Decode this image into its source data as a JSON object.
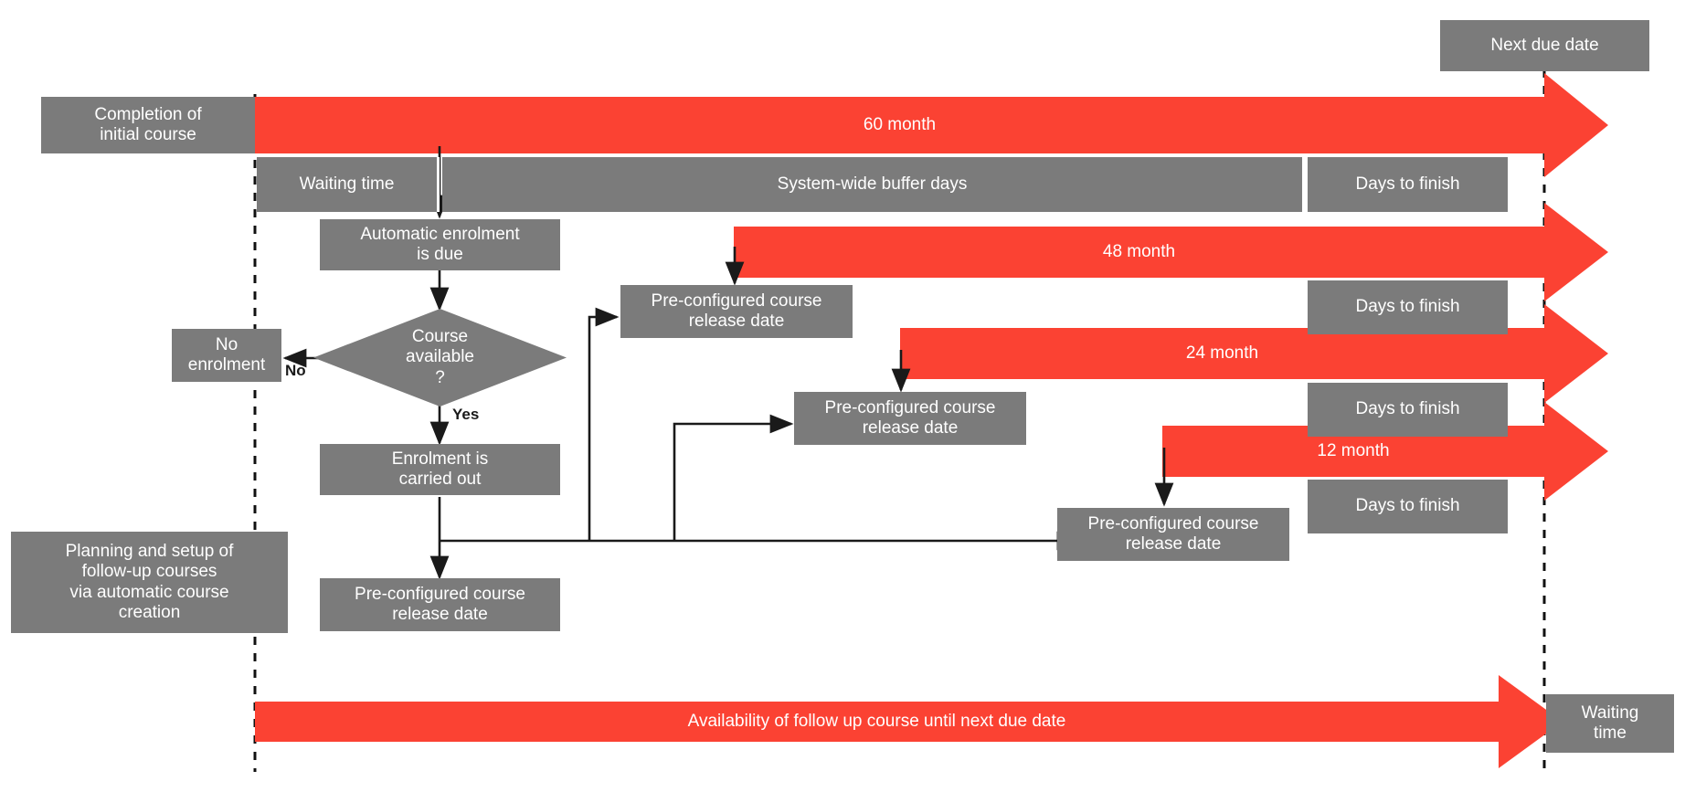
{
  "colors": {
    "grey_box": "#7b7b7b",
    "red_arrow": "#fb4233",
    "line": "#1a1a1a",
    "text_on_fill": "#ffffff",
    "background": "#ffffff"
  },
  "timeline": {
    "start_axis_label": "start-of-cycle-dashed-line",
    "end_axis_label": "next-due-date-dashed-line"
  },
  "nodes": {
    "completion_of_initial_course": "Completion of\ninitial course",
    "next_due_date": "Next due date",
    "waiting_time_top": "Waiting time",
    "system_wide_buffer_days": "System-wide buffer days",
    "days_to_finish_1": "Days to finish",
    "days_to_finish_2": "Days to finish",
    "days_to_finish_3": "Days to finish",
    "days_to_finish_4": "Days to finish",
    "automatic_enrolment_is_due": "Automatic enrolment\nis due",
    "course_available_decision": "Course\navailable\n?",
    "no_enrolment": "No\nenrolment",
    "enrolment_is_carried_out": "Enrolment is\ncarried out",
    "pre_configured_1": "Pre-configured course\nrelease date",
    "pre_configured_2": "Pre-configured course\nrelease date",
    "pre_configured_3": "Pre-configured course\nrelease date",
    "pre_configured_4": "Pre-configured course\nrelease date",
    "planning_and_setup": "Planning and setup of\nfollow-up courses\nvia automatic course\ncreation",
    "waiting_time_bottom": "Waiting\ntime"
  },
  "arrows": {
    "bar_60": "60 month",
    "bar_48": "48 month",
    "bar_24": "24 month",
    "bar_12": "12 month",
    "bar_availability": "Availability of follow up course until next due date"
  },
  "edge_labels": {
    "no": "No",
    "yes": "Yes"
  },
  "chart_data": {
    "type": "diagram",
    "title": "Automatic follow-up course enrolment timeline",
    "bars": [
      {
        "label": "60 month",
        "months": 60,
        "row": 1,
        "start": "completion of initial course",
        "end": "next due date"
      },
      {
        "label": "48 month",
        "months": 48,
        "row": 2,
        "start": "pre-configured course release date 1",
        "end": "next due date"
      },
      {
        "label": "24 month",
        "months": 24,
        "row": 3,
        "start": "pre-configured course release date 2",
        "end": "next due date"
      },
      {
        "label": "12 month",
        "months": 12,
        "row": 4,
        "start": "pre-configured course release date 3",
        "end": "next due date"
      },
      {
        "label": "Availability of follow up course until next due date",
        "months": null,
        "row": 5,
        "start": "start axis",
        "end": "waiting time"
      }
    ],
    "segments_row1": [
      "Waiting time",
      "System-wide buffer days",
      "Days to finish"
    ]
  }
}
